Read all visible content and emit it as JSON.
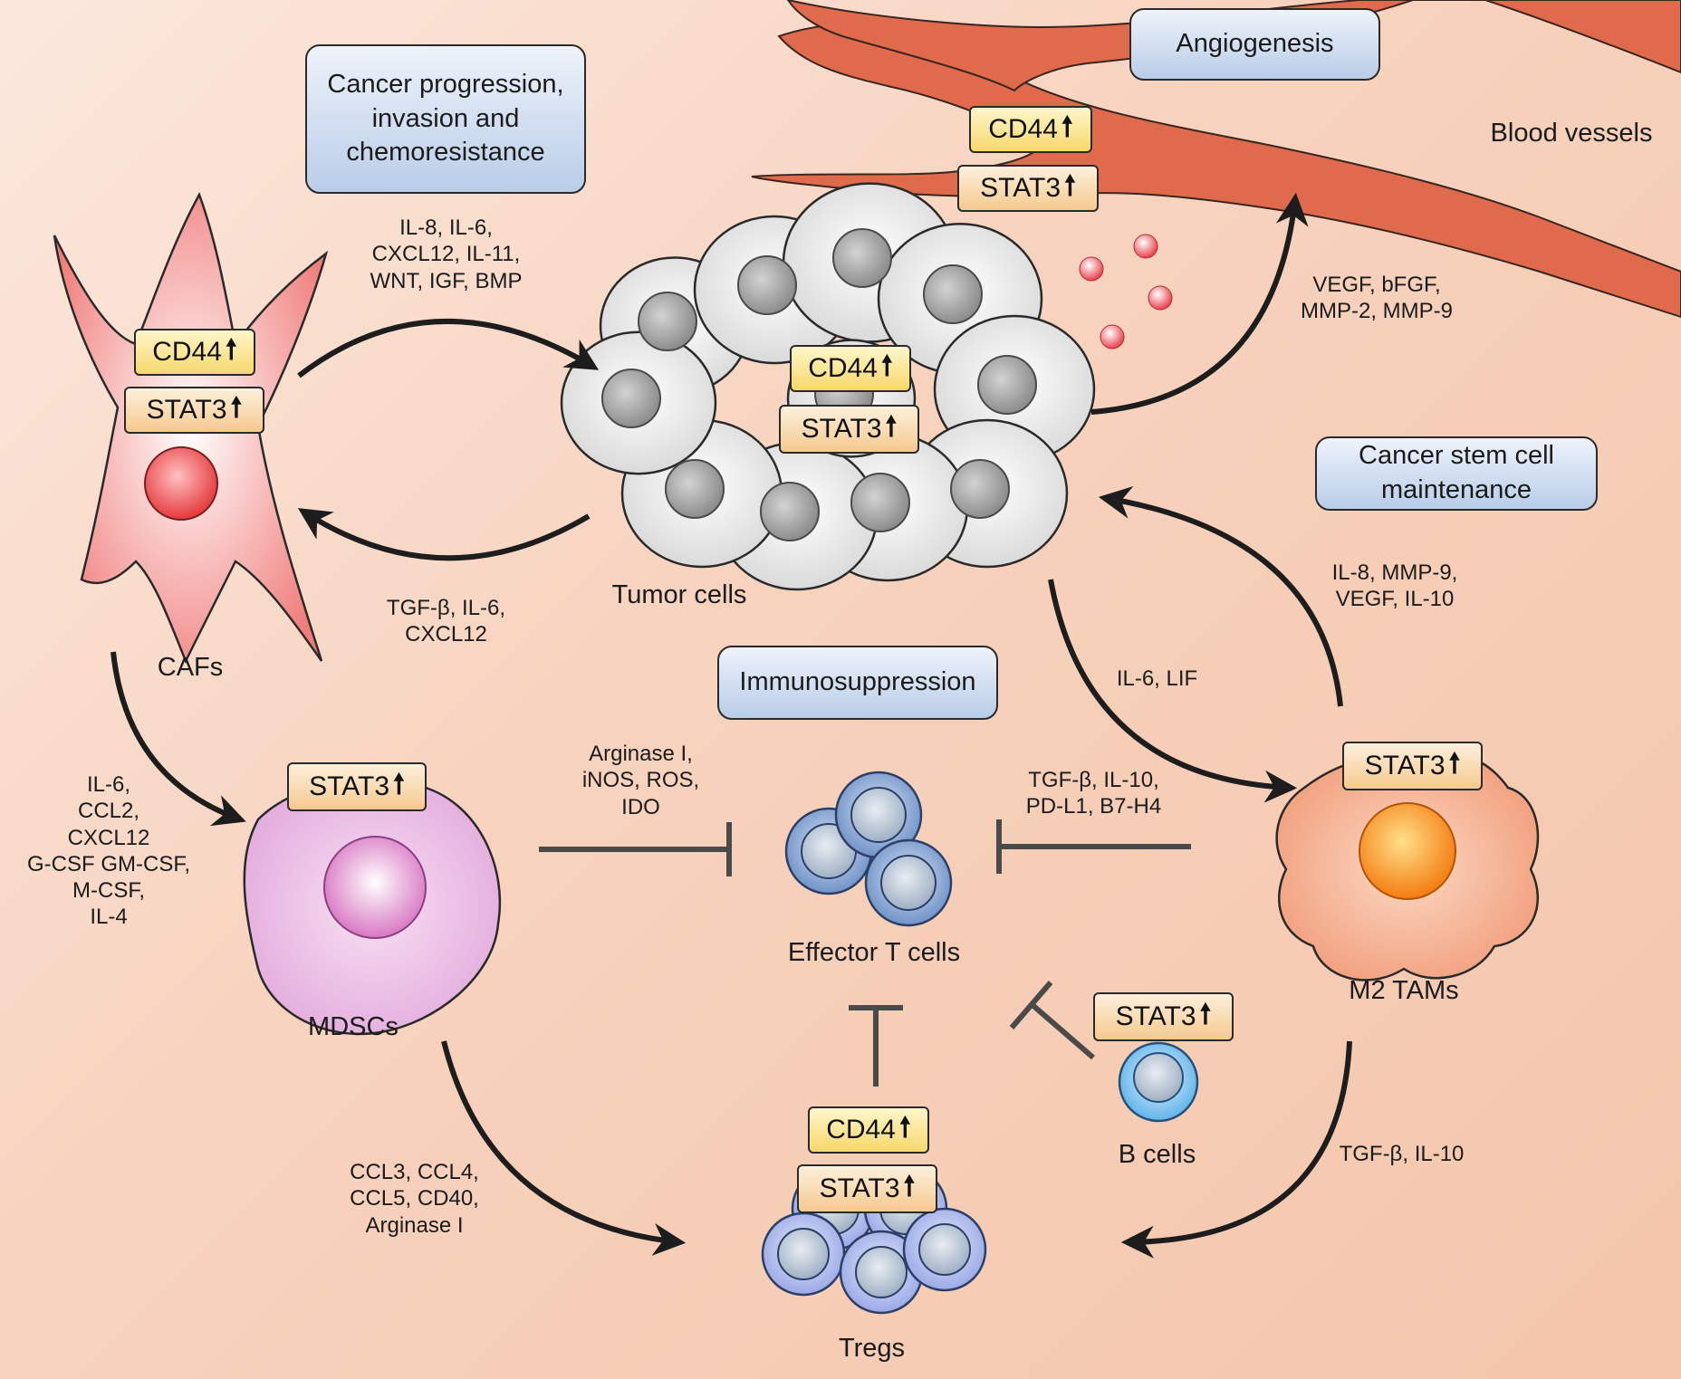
{
  "processes": {
    "progression": "Cancer progression,\ninvasion and\nchemoresistance",
    "angiogenesis": "Angiogenesis",
    "stemness": "Cancer stem cell\nmaintenance",
    "immunosuppression": "Immunosuppression"
  },
  "cells": {
    "cafs": "CAFs",
    "tumor": "Tumor cells",
    "vessels": "Blood vessels",
    "mdscs": "MDSCs",
    "effector": "Effector T cells",
    "tams": "M2 TAMs",
    "tregs": "Tregs",
    "bcells": "B cells"
  },
  "markers": {
    "cd44": "CD44",
    "stat3": "STAT3",
    "up": "🠕"
  },
  "signals": {
    "caf_to_tumor": "IL-8, IL-6,\nCXCL12, IL-11,\nWNT, IGF, BMP",
    "tumor_to_caf": "TGF-β, IL-6,\nCXCL12",
    "tumor_to_vessel": "VEGF, bFGF,\nMMP-2, MMP-9",
    "tam_to_tumor": "IL-8, MMP-9,\nVEGF, IL-10",
    "tumor_to_tam": "IL-6, LIF",
    "caf_to_mdsc": "IL-6,\nCCL2,\nCXCL12\nG-CSF GM-CSF,\nM-CSF,\nIL-4",
    "mdsc_to_t": "Arginase I,\niNOS, ROS,\nIDO",
    "tam_to_t": "TGF-β, IL-10,\nPD-L1, B7-H4",
    "mdsc_to_treg": "CCL3, CCL4,\nCCL5, CD40,\nArginase I",
    "tam_to_treg": "TGF-β, IL-10"
  }
}
